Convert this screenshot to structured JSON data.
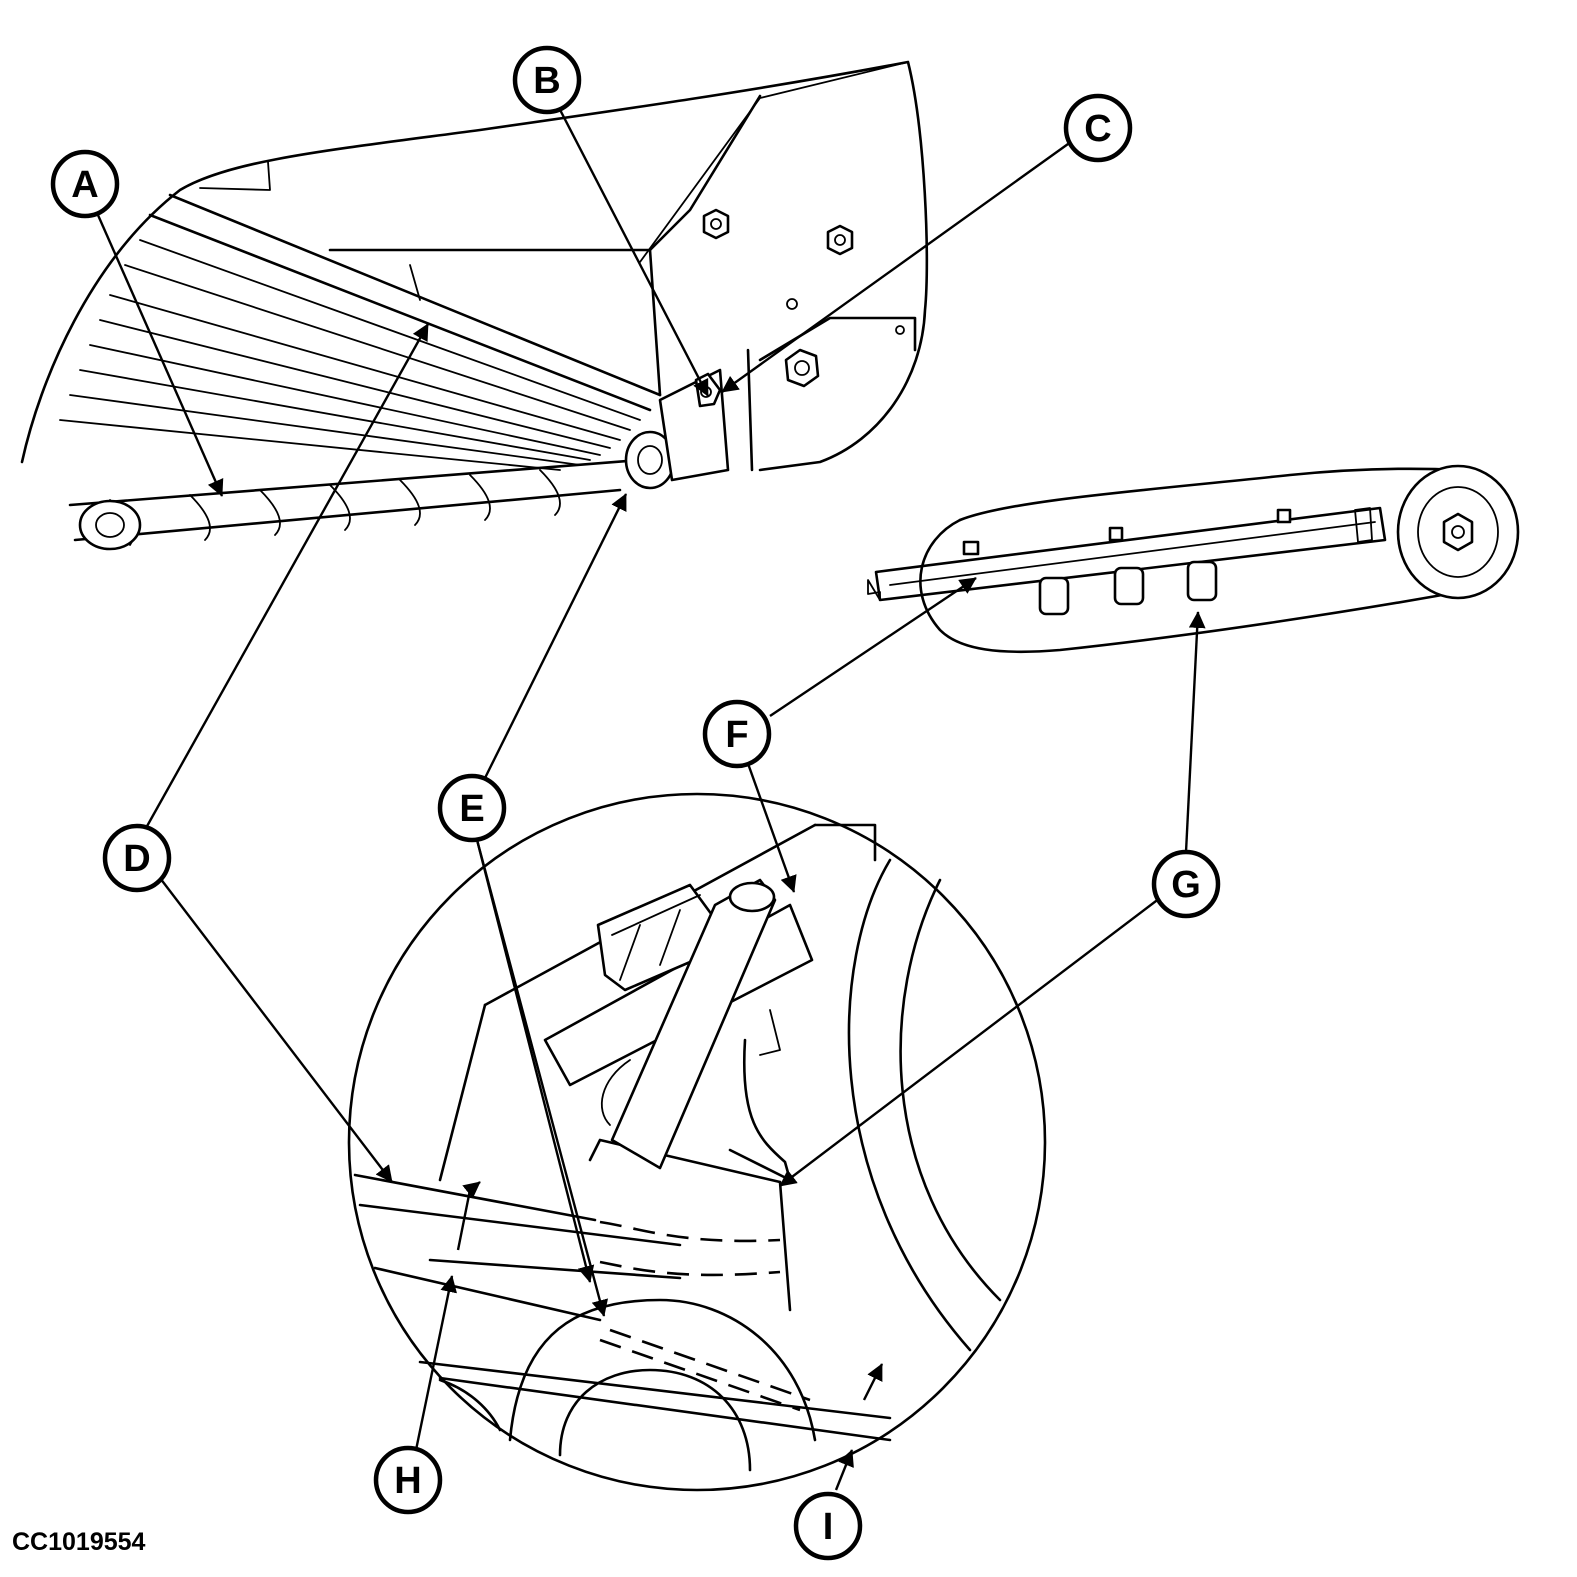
{
  "figure": {
    "callouts": {
      "a": "A",
      "b": "B",
      "c": "C",
      "d": "D",
      "e": "E",
      "f": "F",
      "g": "G",
      "h": "H",
      "i": "I"
    },
    "image_code": "CC1019554"
  }
}
